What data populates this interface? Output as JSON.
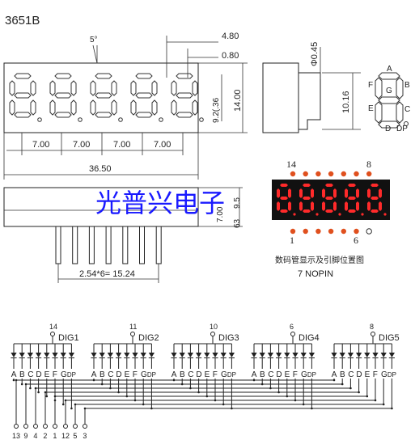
{
  "model": "3651B",
  "angle": "5°",
  "dims": {
    "d480": "4.80",
    "d080": "0.80",
    "d1400": "14.00",
    "d92": "9.2(.36",
    "pitch": "7.00",
    "width": "36.50",
    "phi": "Φ0.45",
    "d1016": "10.16",
    "d700": "7.00",
    "d63": "63",
    "d95": "9.5",
    "pins": "2.54*6= 15.24"
  },
  "segments": {
    "A": "A",
    "B": "B",
    "C": "C",
    "D": "D",
    "E": "E",
    "F": "F",
    "G": "G",
    "DP": "DP"
  },
  "watermark": "光普兴电子",
  "pin_labels": {
    "p14": "14",
    "p8": "8",
    "p1": "1",
    "p6": "6"
  },
  "pinout_caption": "数码管显示及引脚位置图",
  "nopin": "7 NOPIN",
  "digits": [
    {
      "pin": "14",
      "label": "DIG1"
    },
    {
      "pin": "11",
      "label": "DIG2"
    },
    {
      "pin": "10",
      "label": "DIG3"
    },
    {
      "pin": "6",
      "label": "DIG4"
    },
    {
      "pin": "8",
      "label": "DIG5"
    }
  ],
  "seg_letters": [
    "A",
    "B",
    "C",
    "D",
    "E",
    "F",
    "G",
    "DP"
  ],
  "bottom_pins": [
    "13",
    "9",
    "4",
    "2",
    "1",
    "12",
    "5",
    "3"
  ],
  "colors": {
    "led": "#ff2a2a",
    "pin": "#e0501e",
    "watermark": "#1a1aff"
  }
}
